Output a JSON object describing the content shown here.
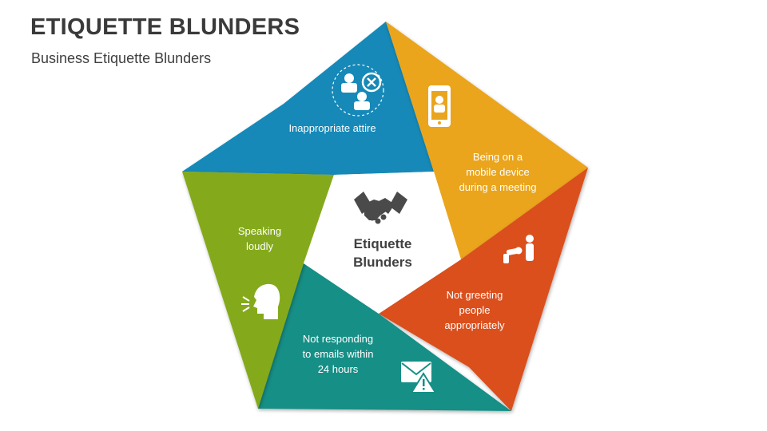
{
  "header": {
    "title": "ETIQUETTE BLUNDERS",
    "subtitle": "Business Etiquette Blunders"
  },
  "center": {
    "line1": "Etiquette",
    "line2": "Blunders",
    "icon": "handshake-icon"
  },
  "segments": [
    {
      "id": "attire",
      "lines": [
        "Inappropriate attire"
      ],
      "color": "#1389b8",
      "icon": "attire-icon"
    },
    {
      "id": "mobile",
      "lines": [
        "Being on a",
        "mobile device",
        "during a meeting"
      ],
      "color": "#eaa51f",
      "icon": "mobile-device-icon"
    },
    {
      "id": "greeting",
      "lines": [
        "Not greeting",
        "people",
        "appropriately"
      ],
      "color": "#db4f1f",
      "icon": "greeting-icon"
    },
    {
      "id": "emails",
      "lines": [
        "Not responding",
        "to emails within",
        "24 hours"
      ],
      "color": "#158f86",
      "icon": "email-warning-icon"
    },
    {
      "id": "loud",
      "lines": [
        "Speaking",
        "loudly"
      ],
      "color": "#84aa1a",
      "icon": "speaking-icon"
    }
  ]
}
